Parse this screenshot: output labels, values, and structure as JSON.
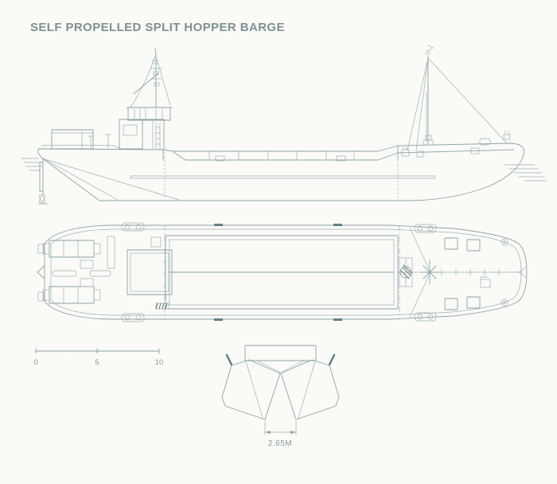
{
  "title": "SELF PROPELLED SPLIT HOPPER BARGE",
  "scale_bar": {
    "labels": [
      "0",
      "5",
      "10"
    ]
  },
  "cross_section": {
    "dimension_label": "2.65M"
  },
  "colors": {
    "background": "#fafaf7",
    "line": "#8fa3a6",
    "line_light": "#b7c4c6",
    "line_dark": "#648084",
    "title_text": "#7e9093",
    "label_text": "#8a9899"
  }
}
